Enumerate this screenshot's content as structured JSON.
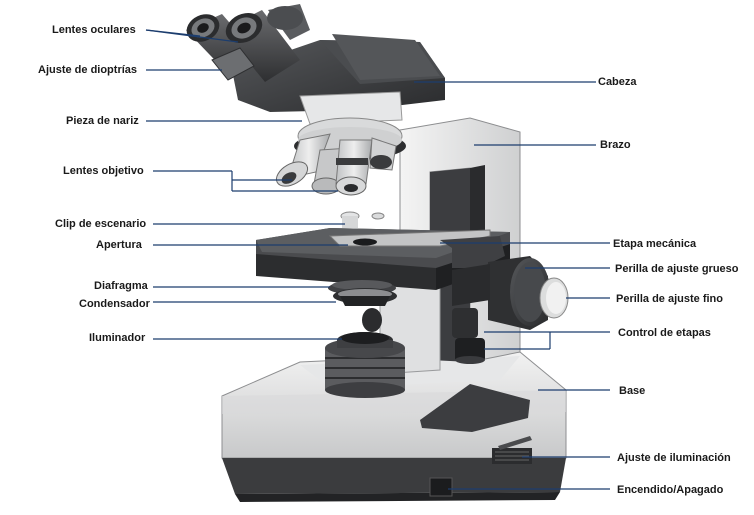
{
  "labels_left": {
    "lentes_oculares": "Lentes oculares",
    "ajuste_dioptrias": "Ajuste de dioptrías",
    "pieza_nariz": "Pieza de nariz",
    "lentes_objetivo": "Lentes objetivo",
    "clip_escenario": "Clip de escenario",
    "apertura": "Apertura",
    "diafragma": "Diafragma",
    "condensador": "Condensador",
    "iluminador": "Iluminador"
  },
  "labels_right": {
    "cabeza": "Cabeza",
    "brazo": "Brazo",
    "etapa_mecanica": "Etapa mecánica",
    "perilla_grueso": "Perilla de ajuste grueso",
    "perilla_fino": "Perilla de ajuste fino",
    "control_etapas": "Control de etapas",
    "base": "Base",
    "ajuste_iluminacion": "Ajuste de iluminación",
    "encendido": "Encendido/Apagado"
  },
  "colors": {
    "body_light": "#e9eaea",
    "body_shadow": "#c9cacb",
    "dark": "#3a3b3d",
    "darker": "#1f2022",
    "leader_line": "#1c3d6e"
  }
}
